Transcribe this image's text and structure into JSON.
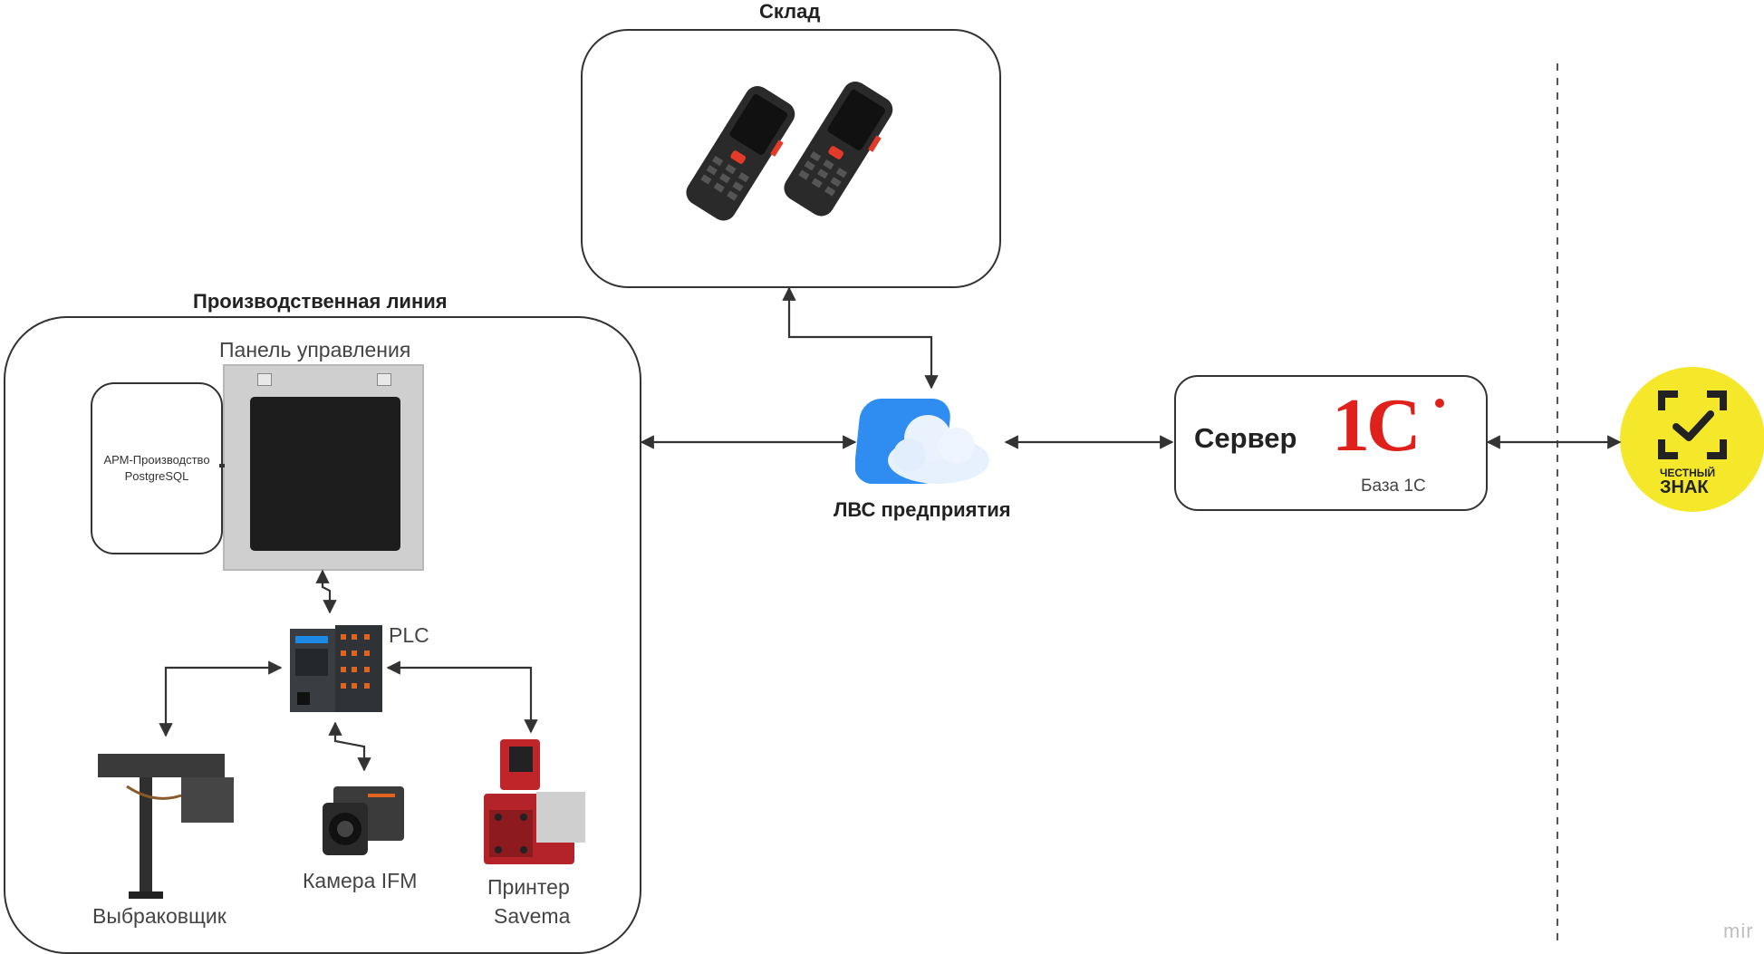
{
  "warehouse": {
    "title": "Склад"
  },
  "production_line": {
    "title": "Производственная линия",
    "control_panel_label": "Панель управления",
    "arm_text": "АРМ-Производство PostgreSQL",
    "plc_label": "PLC",
    "rejector_label": "Выбраковщик",
    "camera_label": "Камера IFM",
    "printer_label_line1": "Принтер",
    "printer_label_line2": "Savema"
  },
  "network": {
    "label": "ЛВС предприятия"
  },
  "server": {
    "title": "Сервер",
    "logo_text": "1С",
    "db_label": "База 1С"
  },
  "chestny_znak": {
    "line1": "ЧЕСТНЫЙ",
    "line2": "ЗНАК"
  },
  "watermark": "mir",
  "colors": {
    "cloud": "#2f8cf0",
    "onec_red": "#e0201b",
    "zn_yellow": "#f5e82b",
    "line": "#333333"
  }
}
